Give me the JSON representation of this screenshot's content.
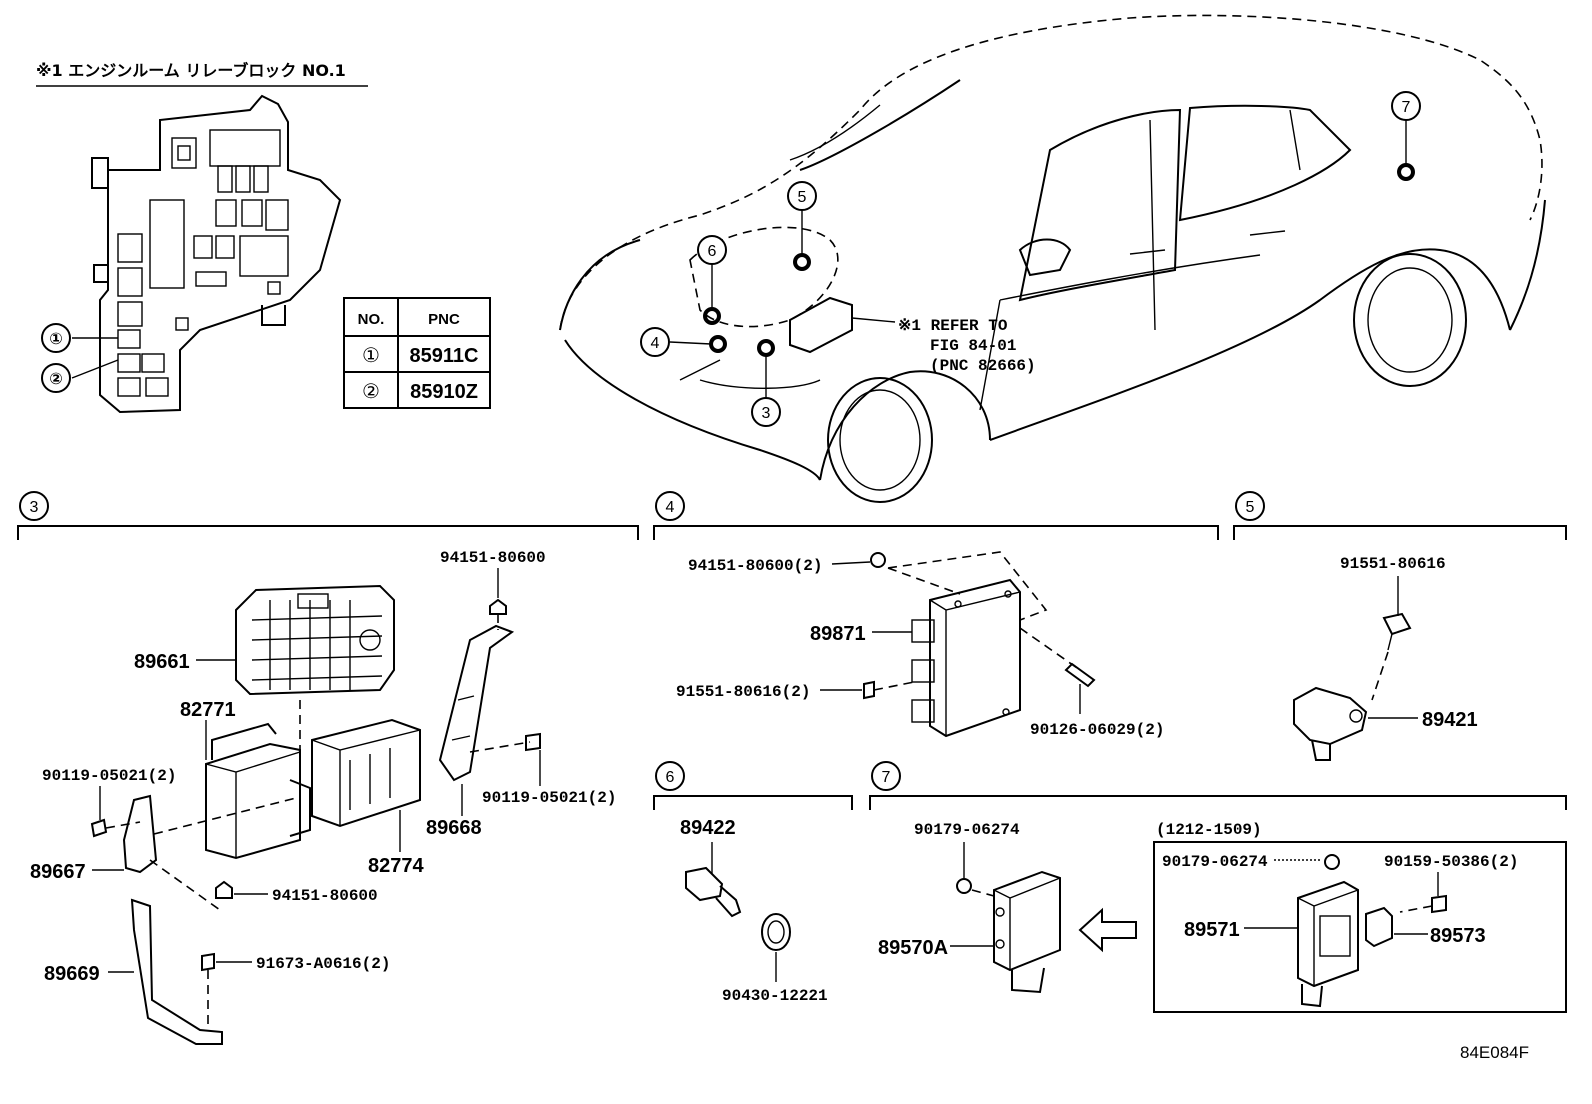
{
  "relay_block": {
    "title": "※1 エンジンルーム リレーブロック NO.1",
    "callouts": [
      "①",
      "②"
    ]
  },
  "pnc_table": {
    "headers": [
      "NO.",
      "PNC"
    ],
    "rows": [
      {
        "no": "①",
        "pnc": "85911C"
      },
      {
        "no": "②",
        "pnc": "85910Z"
      }
    ]
  },
  "car_view": {
    "refer_note": [
      "※1 REFER TO",
      "FIG 84-01",
      "(PNC 82666)"
    ],
    "location_markers": [
      "3",
      "4",
      "5",
      "6",
      "7"
    ]
  },
  "sections": {
    "s3": {
      "number": "3",
      "parts": [
        "89661",
        "82771",
        "82774",
        "89668",
        "89667",
        "89669",
        "94151-80600",
        "90119-05021(2)",
        "90119-05021(2)",
        "94151-80600",
        "91673-A0616(2)"
      ]
    },
    "s4": {
      "number": "4",
      "parts": [
        "94151-80600(2)",
        "89871",
        "91551-80616(2)",
        "90126-06029(2)"
      ]
    },
    "s5": {
      "number": "5",
      "parts": [
        "91551-80616",
        "89421"
      ]
    },
    "s6": {
      "number": "6",
      "parts": [
        "89422",
        "90430-12221"
      ]
    },
    "s7": {
      "number": "7",
      "parts": [
        "90179-06274",
        "89570A"
      ],
      "inset_label": "(1212-1509)",
      "inset_parts": [
        "90179-06274",
        "90159-50386(2)",
        "89571",
        "89573"
      ]
    }
  },
  "figure_id": "84E084F"
}
